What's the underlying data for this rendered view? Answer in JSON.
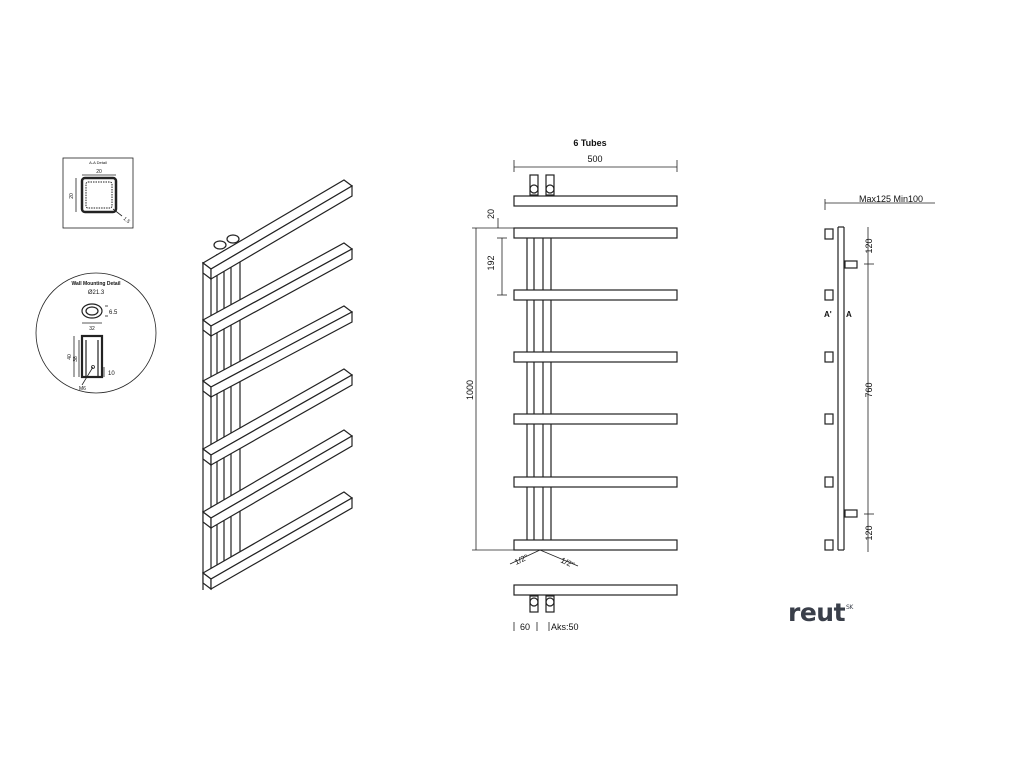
{
  "section_detail": {
    "title": "A-A Detail",
    "width": "20",
    "height": "20",
    "wall": "1.5"
  },
  "wall_mount_detail": {
    "title": "Wall Mounting Detail",
    "diameter": "Ø21.3",
    "hole": "6.5",
    "width": "32",
    "outer_height": "40",
    "inner_height": "38",
    "depth": "10",
    "screw": "M6"
  },
  "front_view": {
    "title": "6 Tubes",
    "width": "500",
    "top_gap": "20",
    "spacing": "192",
    "height": "1000",
    "valve_left": "1/2\"",
    "valve_right": "1/2\"",
    "bottom_offset": "60",
    "axis_distance": "Aks:50"
  },
  "side_view": {
    "depth": "Max125  Min100",
    "top_offset": "120",
    "bracket_distance": "760",
    "bottom_offset": "120",
    "section_mark_left": "A'",
    "section_mark_right": "A"
  },
  "brand": {
    "name": "reut",
    "suffix": "SK"
  }
}
